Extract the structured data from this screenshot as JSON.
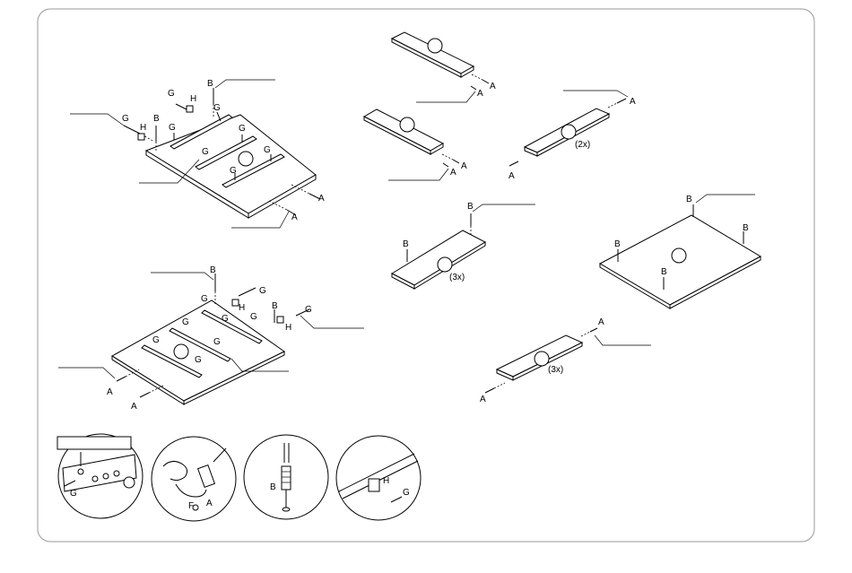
{
  "labels": {
    "a": "A",
    "b": "B",
    "g": "G",
    "h": "H",
    "f": "F"
  },
  "quantities": {
    "two": "(2x)",
    "three": "(3x)"
  },
  "colors": {
    "line": "#000000",
    "frame": "#9a9a9a",
    "paper": "#ffffff"
  },
  "icons": [
    "screw-icon",
    "dowel-icon",
    "cam-lock-icon",
    "hammer-icon",
    "screwdriver-icon"
  ]
}
